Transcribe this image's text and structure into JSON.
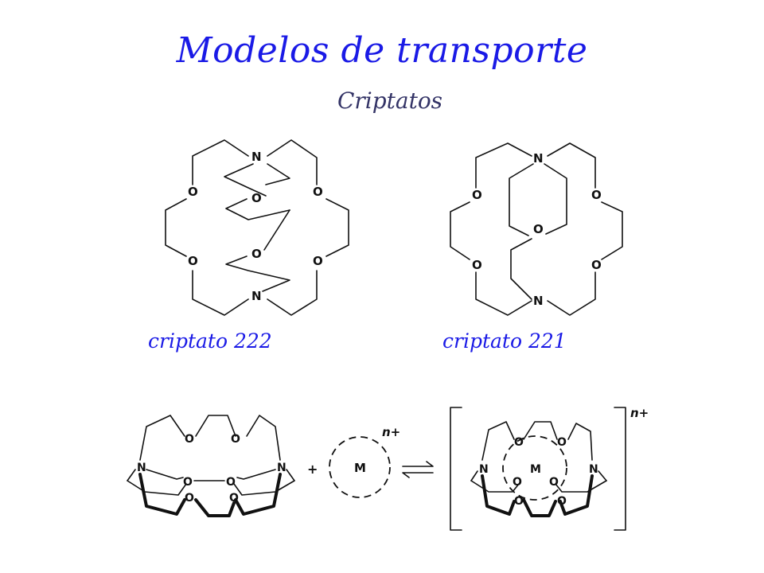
{
  "slide": {
    "title": "Modelos de transporte",
    "subtitle": "Criptatos"
  },
  "structures": {
    "left_caption": "criptato 222",
    "right_caption": "criptato 221"
  },
  "atoms": {
    "nitrogen": "N",
    "oxygen": "O",
    "metal": "M",
    "charge": "n+",
    "plus": "+"
  }
}
